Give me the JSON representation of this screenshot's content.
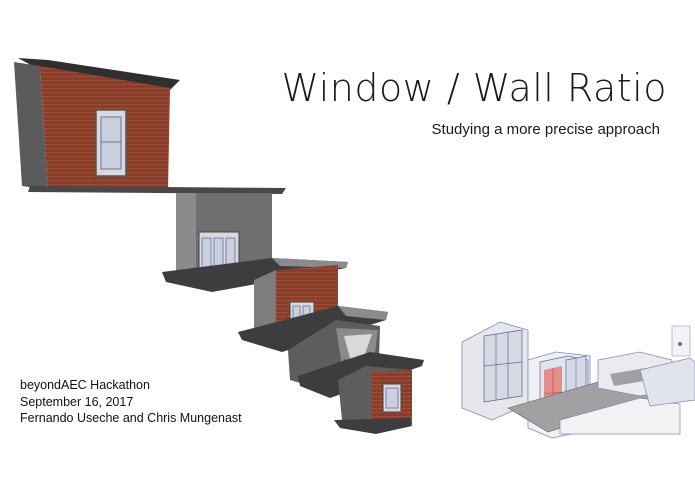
{
  "slide": {
    "title": "Window / Wall Ratio",
    "subtitle": "Studying a more precise approach",
    "credits": {
      "event": "beyondAEC Hackathon",
      "date": "September 16, 2017",
      "authors": "Fernando Useche and Chris Mungenast"
    }
  },
  "colors": {
    "brick": "#8a3c28",
    "concrete": "#6f6f71",
    "dark_gray": "#3d3d3f",
    "glass": "#c9cfdb",
    "highlight_red": "#e4736c"
  }
}
